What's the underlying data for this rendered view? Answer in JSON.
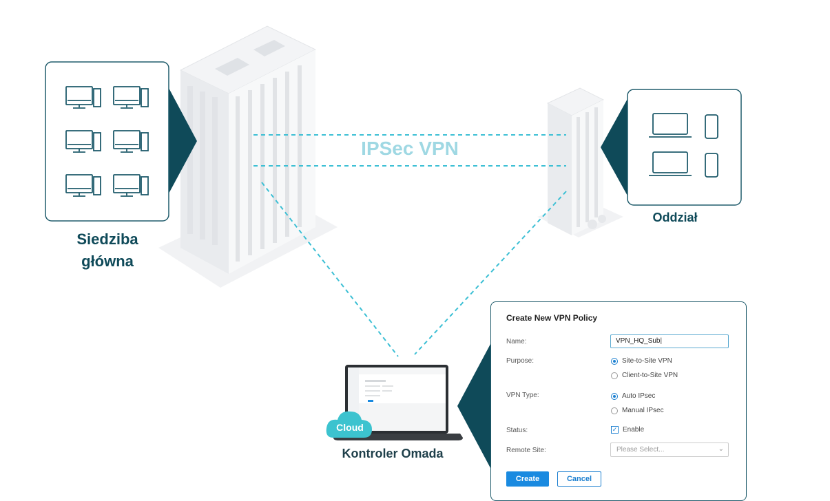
{
  "diagram": {
    "vpn_label": "IPSec VPN",
    "hq_label_line1": "Siedziba",
    "hq_label_line2": "główna",
    "branch_label": "Oddział",
    "controller_label": "Kontroler Omada",
    "cloud_label": "Cloud",
    "colors": {
      "accent_dark": "#0f4a59",
      "vpn_cyan": "#9fd8e3",
      "dash": "#3bbfd4",
      "cloud": "#3cc3cf"
    }
  },
  "dialog": {
    "title": "Create New VPN Policy",
    "name_label": "Name:",
    "name_value": "VPN_HQ_Sub",
    "purpose_label": "Purpose:",
    "purpose_options": [
      "Site-to-Site VPN",
      "Client-to-Site VPN"
    ],
    "purpose_selected": "Site-to-Site VPN",
    "vpn_type_label": "VPN Type:",
    "vpn_type_options": [
      "Auto IPsec",
      "Manual IPsec"
    ],
    "vpn_type_selected": "Auto IPsec",
    "status_label": "Status:",
    "status_checkbox": "Enable",
    "status_checked": true,
    "remote_site_label": "Remote Site:",
    "remote_site_placeholder": "Please Select...",
    "create_button": "Create",
    "cancel_button": "Cancel"
  }
}
